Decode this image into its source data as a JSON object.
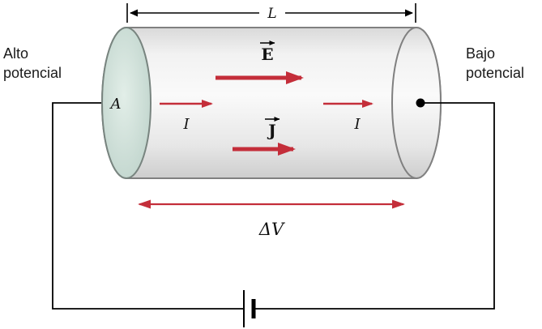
{
  "diagram": {
    "labels": {
      "length": "L",
      "area": "A",
      "efield": "E",
      "current_left": "I",
      "current_right": "I",
      "current_density": "J",
      "potential_difference": "ΔV",
      "high_potential": {
        "line1": "Alto",
        "line2": "potencial"
      },
      "low_potential": {
        "line1": "Bajo",
        "line2": "potencial"
      }
    },
    "colors": {
      "arrow_red": "#c42e3a",
      "wire_black": "#000000",
      "cylinder_outline": "#808080",
      "left_face_fill": "#cfe0da",
      "body_fill": "#efefef",
      "text": "#111111"
    }
  }
}
